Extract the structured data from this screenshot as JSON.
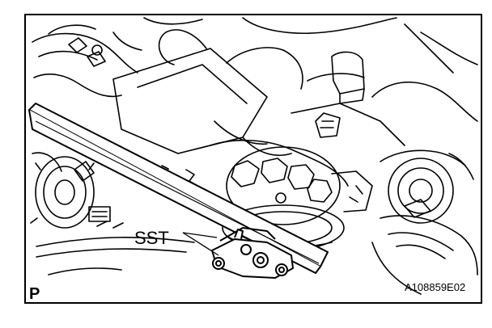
{
  "figure": {
    "callout_label": "SST",
    "view_marker": "P",
    "figure_code": "A108859E02"
  },
  "colors": {
    "line": "#000000",
    "background": "#ffffff"
  }
}
